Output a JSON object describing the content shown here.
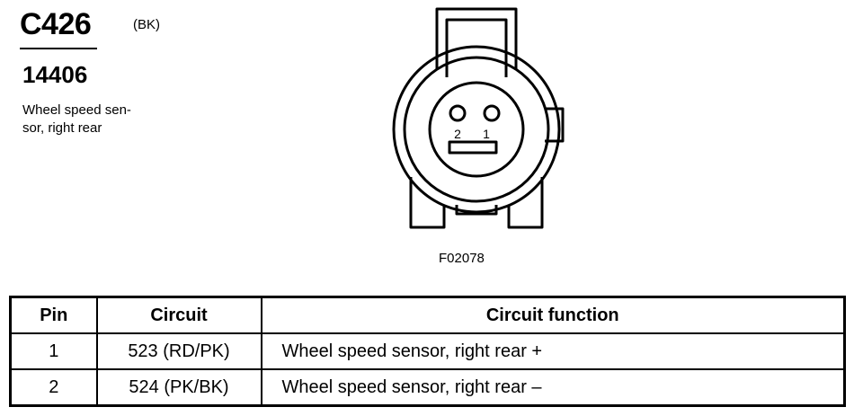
{
  "connector": {
    "id": "C426",
    "color": "(BK)",
    "part_number": "14406",
    "description": "Wheel speed sen-\nsor, right rear"
  },
  "figure": {
    "id": "F02078",
    "pin_labels": [
      "2",
      "1"
    ]
  },
  "table": {
    "headers": [
      "Pin",
      "Circuit",
      "Circuit function"
    ],
    "rows": [
      {
        "pin": "1",
        "circuit": "523 (RD/PK)",
        "function": "Wheel speed sensor, right rear +"
      },
      {
        "pin": "2",
        "circuit": "524 (PK/BK)",
        "function": "Wheel speed sensor, right rear –"
      }
    ]
  }
}
